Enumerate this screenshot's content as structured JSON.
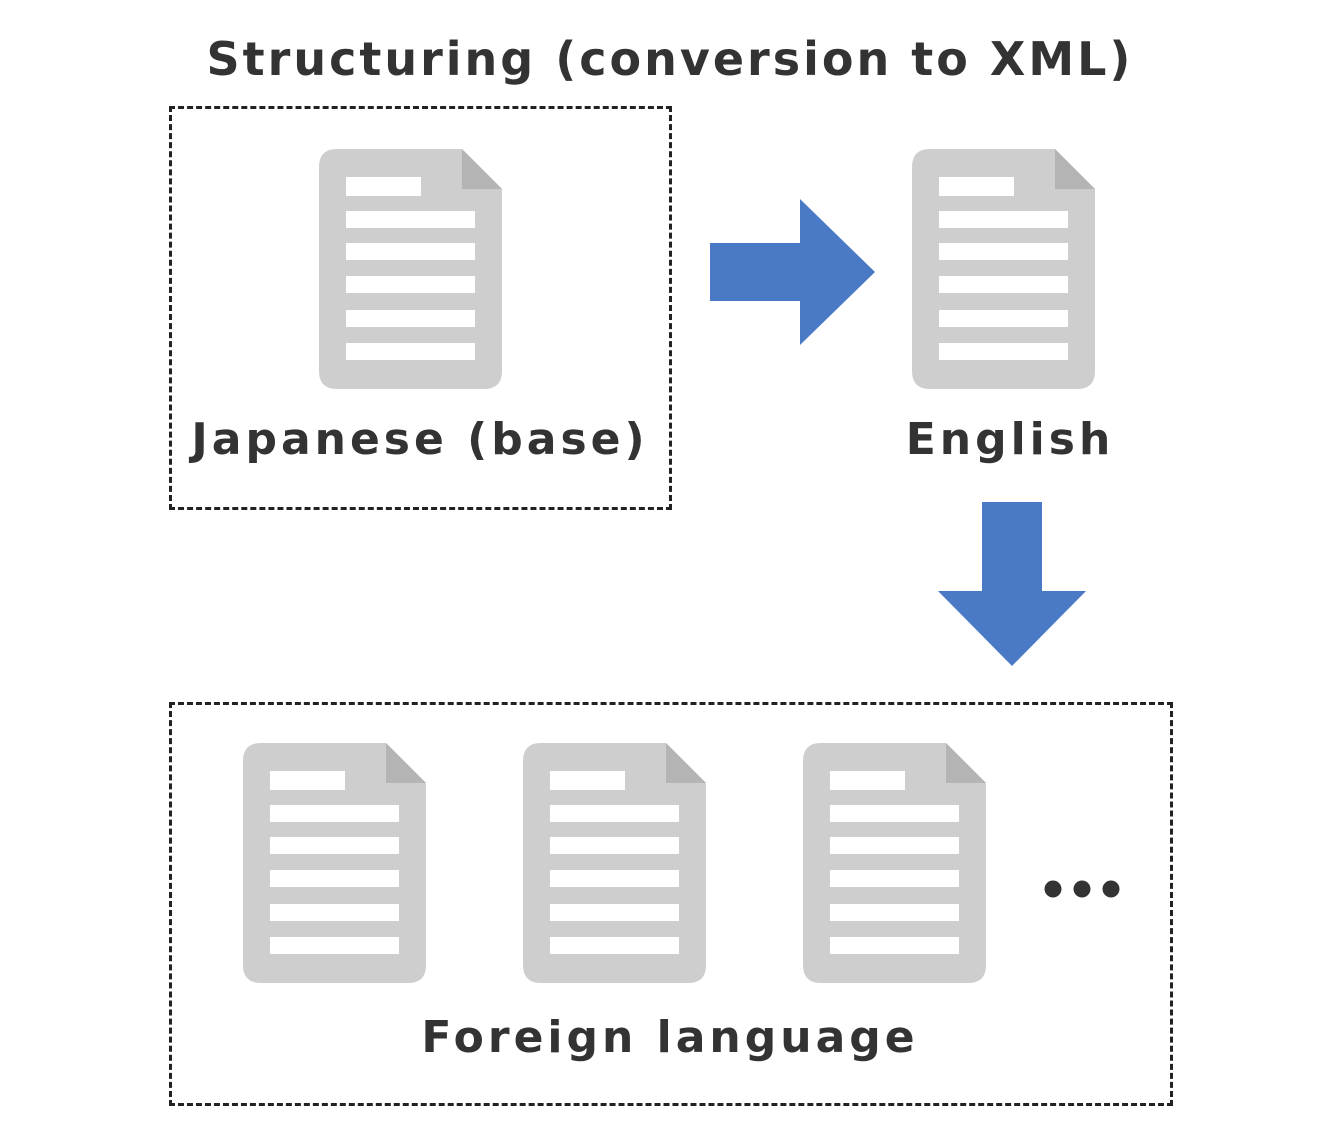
{
  "title": "Structuring (conversion to XML)",
  "labels": {
    "japanese": "Japanese (base)",
    "english": "English",
    "foreign": "Foreign language"
  },
  "icons": {
    "document": "document-icon",
    "arrow_right": "arrow-right-icon",
    "arrow_down": "arrow-down-icon",
    "more": "ellipsis-icon"
  },
  "colors": {
    "arrow": "#4a7ac5",
    "document": "#cecece",
    "document_fold": "#b4b4b4",
    "text": "#333333",
    "dashed_border": "#222222"
  }
}
